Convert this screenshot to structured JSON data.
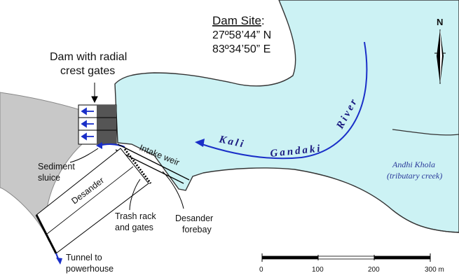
{
  "site": {
    "heading": "Dam Site",
    "suffix": ":",
    "latitude": "27º58’44” N",
    "longitude": "83º34’50” E"
  },
  "labels": {
    "dam_line1": "Dam with radial",
    "dam_line2": "crest gates",
    "sediment_line1": "Sediment",
    "sediment_line2": "sluice",
    "intake_weir": "Intake weir",
    "desander": "Desander",
    "trash_line1": "Trash rack",
    "trash_line2": "and gates",
    "forebay_line1": "Desander",
    "forebay_line2": "forebay",
    "tunnel_line1": "Tunnel to",
    "tunnel_line2": "powerhouse",
    "river_words": [
      "Kali",
      "Gandaki",
      "River"
    ],
    "creek_line1": "Andhi Khola",
    "creek_line2": "(tributary creek)"
  },
  "north": {
    "letter": "N"
  },
  "scale": {
    "ticks": [
      "0",
      "100",
      "200",
      "300 m"
    ]
  },
  "colors": {
    "river": "#ccf2f4",
    "bank": "#c8c8c8",
    "flow_arrow": "#1a2fc8",
    "ink": "#111111"
  }
}
